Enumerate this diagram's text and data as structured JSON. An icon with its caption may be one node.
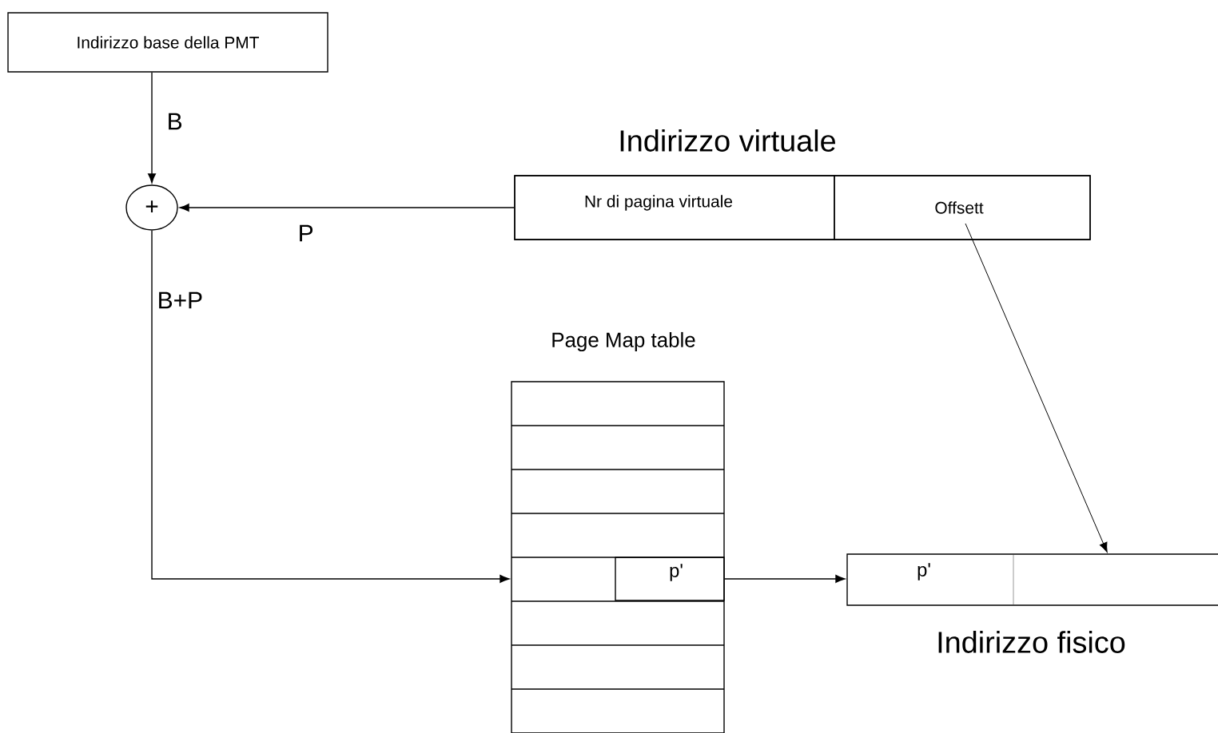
{
  "diagram": {
    "nodes": [
      {
        "text": [
          "Indirizzo base della PMT"
        ]
      },
      {
        "text": [
          "+"
        ]
      },
      {
        "text": [
          "Indirizzo virtuale"
        ]
      },
      {
        "text": [
          "Nr di pagina virtuale"
        ],
        "in": 2
      },
      {
        "text": [
          "Offsett"
        ],
        "in": 2
      },
      {
        "text": [
          "Page Map table"
        ]
      },
      {
        "text": [
          "p'"
        ],
        "in": 5
      },
      {
        "text": [
          "Indirizzo fisico"
        ]
      },
      {
        "text": [
          "p'"
        ],
        "in": 7
      },
      {
        "text": [],
        "shape": "box",
        "in": 7
      }
    ],
    "edges": [
      {
        "from": 0,
        "to": 1,
        "arrow": "to",
        "label": "B"
      },
      {
        "from": 3,
        "to": 1,
        "arrow": "to",
        "label": "P"
      },
      {
        "from": 1,
        "to": 5,
        "arrow": "to",
        "label": "B+P"
      },
      {
        "from": 6,
        "to": 8,
        "arrow": "to"
      },
      {
        "from": 4,
        "to": 9,
        "arrow": "to"
      }
    ]
  }
}
